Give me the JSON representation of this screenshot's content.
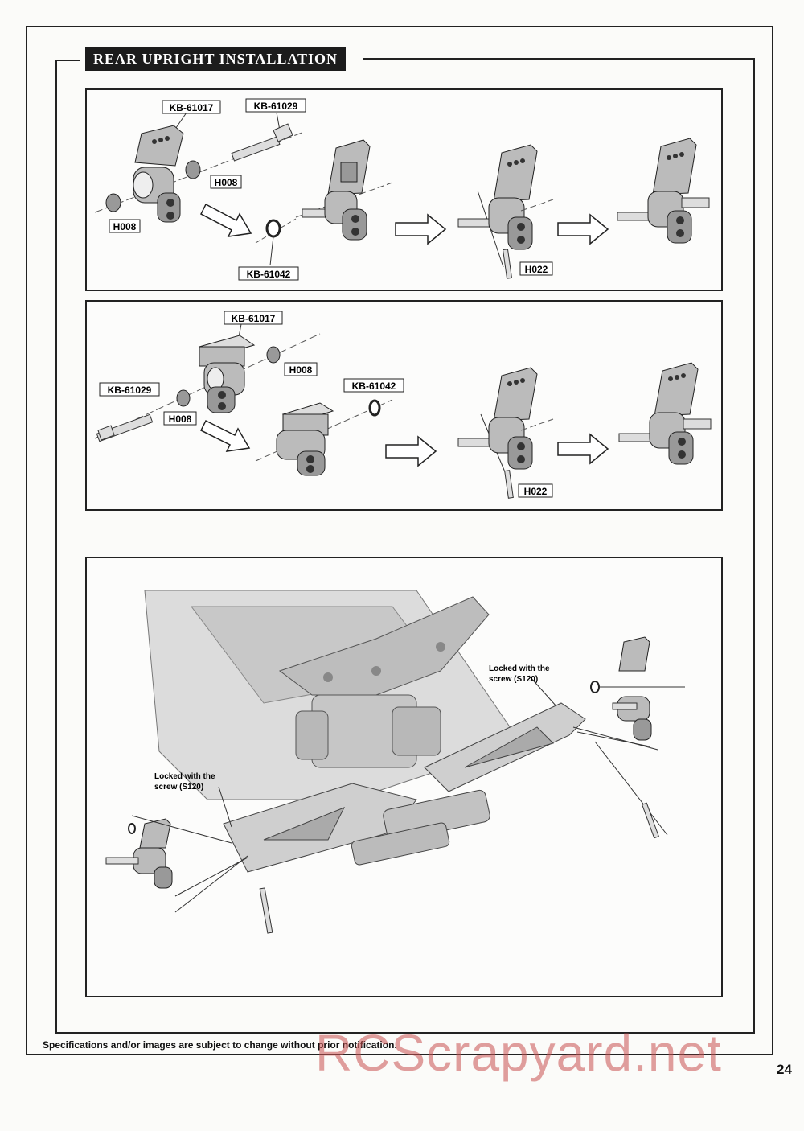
{
  "section_title": "REAR UPRIGHT INSTALLATION",
  "step1": {
    "part_upright": "KB-61017",
    "part_axle": "KB-61029",
    "bearing_right": "H008",
    "bearing_left": "H008",
    "washer": "KB-61042",
    "pin": "H022"
  },
  "step2": {
    "part_upright": "KB-61017",
    "part_axle": "KB-61029",
    "bearing_right": "H008",
    "bearing_left": "H008",
    "washer": "KB-61042",
    "pin": "H022"
  },
  "step3": {
    "note_right": [
      "Locked with the",
      "screw (S120)"
    ],
    "note_left": [
      "Locked with the",
      "screw (S120)"
    ]
  },
  "footer_note": "Specifications and/or images are subject to change without prior notification.",
  "page_number": "24",
  "watermark": "RCScrapyard.net"
}
